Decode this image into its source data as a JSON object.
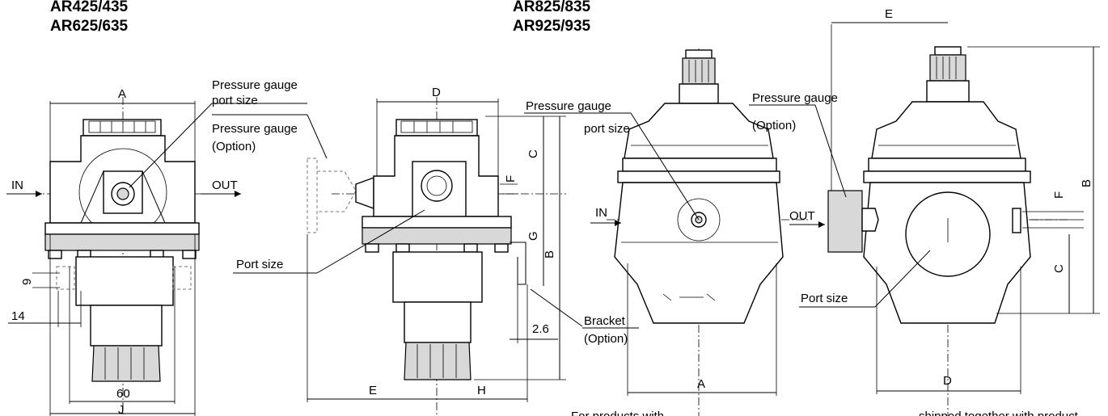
{
  "titles": {
    "left_line1": "AR425/435",
    "left_line2": "AR625/635",
    "right_line1": "AR825/835",
    "right_line2": "AR925/935"
  },
  "labels": {
    "pressure_gauge_port_size_1": "Pressure gauge",
    "pressure_gauge_port_size_2": "port size",
    "pressure_gauge_option_1": "Pressure gauge",
    "pressure_gauge_option_2": "(Option)",
    "port_size": "Port size",
    "bracket_1": "Bracket",
    "bracket_2": "(Option)",
    "in": "IN",
    "out": "OUT",
    "bottom_note_left": "For products with",
    "bottom_note_right": "shipped together with product"
  },
  "dimensions": {
    "A": "A",
    "B": "B",
    "C": "C",
    "D": "D",
    "E": "E",
    "F": "F",
    "G": "G",
    "H": "H",
    "J": "J",
    "d60": "60",
    "d14": "14",
    "d9": "9",
    "d2_6": "2.6"
  },
  "icons": [
    "regulator-front-view",
    "regulator-side-view",
    "pressure-gauge",
    "bracket"
  ]
}
